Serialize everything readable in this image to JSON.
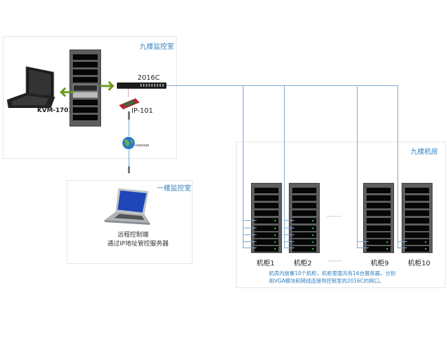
{
  "control_room_9f": {
    "title": "九楼监控室",
    "kvm_label": "KVM-1701A",
    "switch_label": "2016C",
    "ip_module_label": "IP-101",
    "internet_label": "internet"
  },
  "control_room_1f": {
    "title": "一楼监控室",
    "caption_line1": "远程控制端",
    "caption_line2": "通过IP地址管控服务器"
  },
  "server_room_9f": {
    "title": "九楼机房",
    "cabinets": [
      {
        "label": "机柜1"
      },
      {
        "label": "机柜2"
      },
      {
        "label": "机柜9"
      },
      {
        "label": "机柜10"
      }
    ],
    "ellipsis": "………",
    "description_line1": "机房内放置10个机柜，机柜里面共有16台服务器，分别",
    "description_line2": "用VGA模块和网线连接到控制室的2016C的网口。"
  },
  "colors": {
    "accent": "#2e7fc0",
    "line": "#7aa6cf",
    "arrow": "#6a9a1c"
  }
}
